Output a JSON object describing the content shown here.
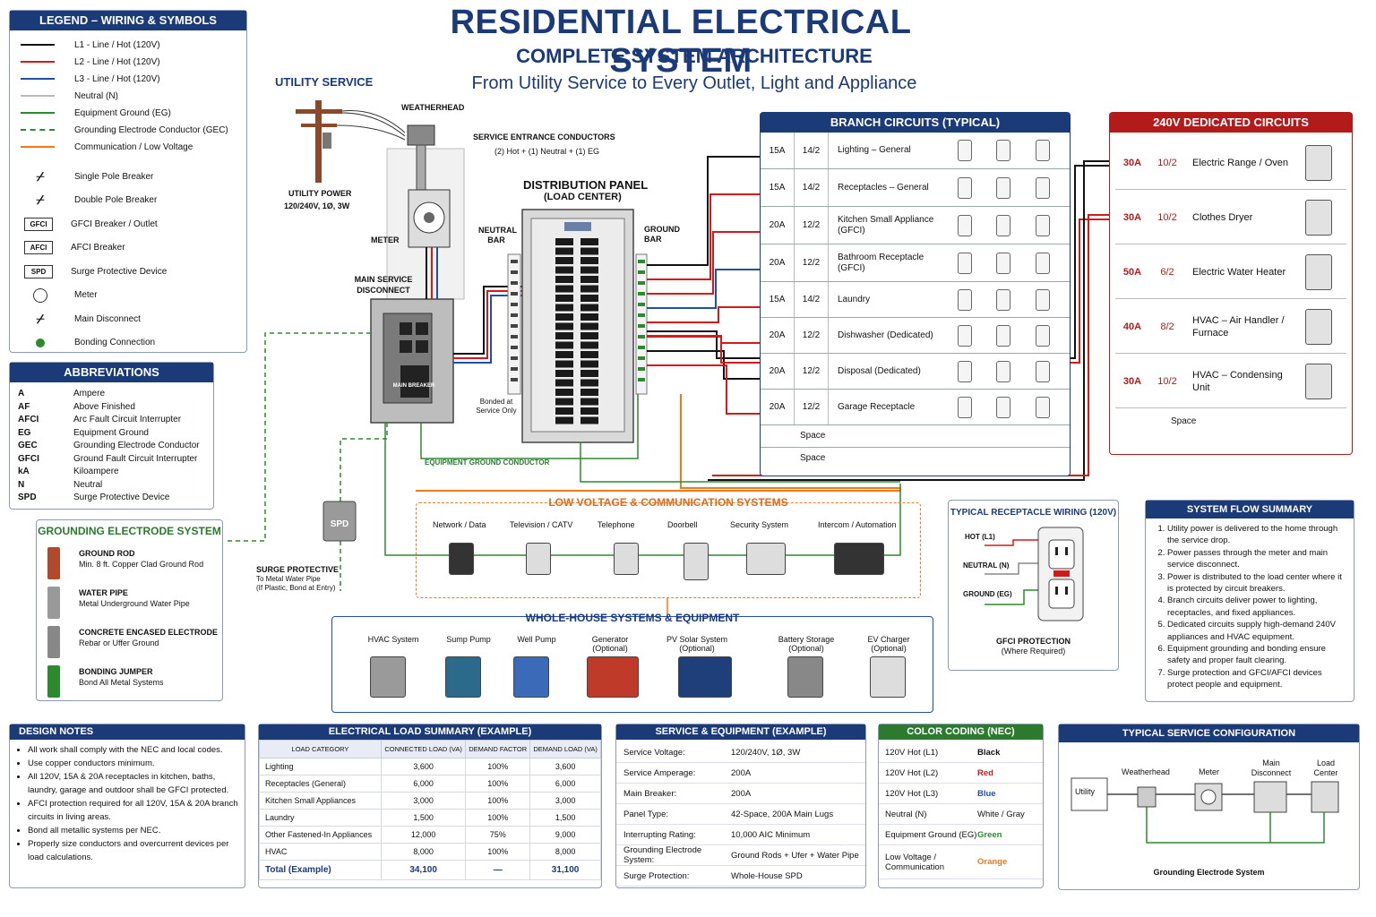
{
  "title": "RESIDENTIAL ELECTRICAL SYSTEM",
  "subtitle": "COMPLETE SYSTEM ARCHITECTURE",
  "tagline": "From Utility Service to Every Outlet, Light and Appliance",
  "legend": {
    "title": "LEGEND – WIRING & SYMBOLS",
    "wires": [
      {
        "label": "L1 - Line / Hot (120V)",
        "color": "#111111"
      },
      {
        "label": "L2 - Line / Hot (120V)",
        "color": "#d21a1a"
      },
      {
        "label": "L3 - Line / Hot (120V)",
        "color": "#1f4fa8"
      },
      {
        "label": "Neutral (N)",
        "color": "#bbbbbb"
      },
      {
        "label": "Equipment Ground (EG)",
        "color": "#2b8a2e"
      },
      {
        "label": "Grounding Electrode Conductor (GEC)",
        "color": "#2b8a2e"
      },
      {
        "label": "Communication / Low Voltage",
        "color": "#f07a1a"
      }
    ],
    "symbols": [
      {
        "label": "Single Pole Breaker",
        "icon": "single-pole-breaker-icon"
      },
      {
        "label": "Double Pole Breaker",
        "icon": "double-pole-breaker-icon"
      },
      {
        "label": "GFCI Breaker / Outlet",
        "tag": "GFCI"
      },
      {
        "label": "AFCI Breaker",
        "tag": "AFCI"
      },
      {
        "label": "Surge Protective Device",
        "tag": "SPD"
      },
      {
        "label": "Meter",
        "icon": "meter-icon"
      },
      {
        "label": "Main Disconnect",
        "icon": "main-disconnect-icon"
      },
      {
        "label": "Bonding Connection",
        "icon": "bonding-icon"
      }
    ]
  },
  "abbreviations": {
    "title": "ABBREVIATIONS",
    "items": [
      [
        "A",
        "Ampere"
      ],
      [
        "AF",
        "Above Finished"
      ],
      [
        "AFCI",
        "Arc Fault Circuit Interrupter"
      ],
      [
        "EG",
        "Equipment Ground"
      ],
      [
        "GEC",
        "Grounding Electrode Conductor"
      ],
      [
        "GFCI",
        "Ground Fault Circuit Interrupter"
      ],
      [
        "kA",
        "Kiloampere"
      ],
      [
        "N",
        "Neutral"
      ],
      [
        "SPD",
        "Surge Protective Device"
      ]
    ]
  },
  "grounding": {
    "title": "GROUNDING ELECTRODE SYSTEM",
    "items": [
      {
        "name": "GROUND ROD",
        "desc": "Min. 8 ft. Copper Clad Ground Rod"
      },
      {
        "name": "WATER PIPE",
        "desc": "Metal Underground Water Pipe"
      },
      {
        "name": "CONCRETE ENCASED ELECTRODE",
        "desc": "Rebar or Uffer Ground"
      },
      {
        "name": "BONDING JUMPER",
        "desc": "Bond All Metal Systems"
      }
    ]
  },
  "diagram": {
    "utility_service": "UTILITY SERVICE",
    "utility_power": "UTILITY POWER",
    "utility_power_spec": "120/240V, 1Ø, 3W",
    "weatherhead": "WEATHERHEAD",
    "meter": "METER",
    "main_disconnect": "MAIN SERVICE DISCONNECT",
    "sec_title": "SERVICE ENTRANCE CONDUCTORS",
    "sec_spec": "(2) Hot + (1) Neutral + (1) EG",
    "panel_title": "DISTRIBUTION PANEL",
    "panel_sub": "(LOAD CENTER)",
    "neutral_bar": "NEUTRAL BAR",
    "ground_bar": "GROUND BAR",
    "bonded": "Bonded at Service Only",
    "egc": "EQUIPMENT GROUND CONDUCTOR",
    "spd": "SPD",
    "surge1": "SURGE PROTECTIVE",
    "surge2": "To Metal Water Pipe",
    "surge3": "(If Plastic, Bond at Entry)",
    "main_breaker": "MAIN BREAKER"
  },
  "branch": {
    "title": "BRANCH CIRCUITS (TYPICAL)",
    "rows": [
      {
        "amp": "15A",
        "wire": "14/2",
        "name": "Lighting – General"
      },
      {
        "amp": "15A",
        "wire": "14/2",
        "name": "Receptacles – General"
      },
      {
        "amp": "20A",
        "wire": "12/2",
        "name": "Kitchen Small Appliance (GFCI)"
      },
      {
        "amp": "20A",
        "wire": "12/2",
        "name": "Bathroom Receptacle (GFCI)"
      },
      {
        "amp": "15A",
        "wire": "14/2",
        "name": "Laundry"
      },
      {
        "amp": "20A",
        "wire": "12/2",
        "name": "Dishwasher (Dedicated)"
      },
      {
        "amp": "20A",
        "wire": "12/2",
        "name": "Disposal (Dedicated)"
      },
      {
        "amp": "20A",
        "wire": "12/2",
        "name": "Garage Receptacle"
      }
    ],
    "spaces": [
      "Space",
      "Space"
    ]
  },
  "dedicated": {
    "title": "240V DEDICATED CIRCUITS",
    "rows": [
      {
        "amp": "30A",
        "wire": "10/2",
        "name": "Electric Range / Oven"
      },
      {
        "amp": "30A",
        "wire": "10/2",
        "name": "Clothes Dryer"
      },
      {
        "amp": "50A",
        "wire": "6/2",
        "name": "Electric Water Heater"
      },
      {
        "amp": "40A",
        "wire": "8/2",
        "name": "HVAC – Air Handler / Furnace"
      },
      {
        "amp": "30A",
        "wire": "10/2",
        "name": "HVAC – Condensing Unit"
      }
    ],
    "space": "Space"
  },
  "low_voltage": {
    "title": "LOW VOLTAGE & COMMUNICATION SYSTEMS",
    "items": [
      "Network / Data",
      "Television / CATV",
      "Telephone",
      "Doorbell",
      "Security System",
      "Intercom / Automation"
    ]
  },
  "whole_house": {
    "title": "WHOLE-HOUSE SYSTEMS & EQUIPMENT",
    "items": [
      "HVAC System",
      "Sump Pump",
      "Well Pump",
      "Generator (Optional)",
      "PV Solar System (Optional)",
      "Battery Storage (Optional)",
      "EV Charger (Optional)"
    ]
  },
  "receptacle": {
    "title": "TYPICAL RECEPTACLE WIRING (120V)",
    "hot": "HOT (L1)",
    "neutral": "NEUTRAL (N)",
    "ground": "GROUND (EG)",
    "gfci": "GFCI PROTECTION",
    "gfci_sub": "(Where Required)"
  },
  "flow": {
    "title": "SYSTEM FLOW SUMMARY",
    "items": [
      "Utility power is delivered to the home through the service drop.",
      "Power passes through the meter and main service disconnect.",
      "Power is distributed to the load center where it is protected by circuit breakers.",
      "Branch circuits deliver power to lighting, receptacles, and fixed appliances.",
      "Dedicated circuits supply high-demand 240V appliances and HVAC equipment.",
      "Equipment grounding and bonding ensure safety and proper fault clearing.",
      "Surge protection and GFCI/AFCI devices protect people and equipment."
    ]
  },
  "design_notes": {
    "title": "DESIGN NOTES",
    "items": [
      "All work shall comply with the NEC and local codes.",
      "Use copper conductors minimum.",
      "All 120V, 15A & 20A receptacles in kitchen, baths, laundry, garage and outdoor shall be GFCI protected.",
      "AFCI protection required for all 120V, 15A & 20A branch circuits in living areas.",
      "Bond all metallic systems per NEC.",
      "Properly size conductors and overcurrent devices per load calculations."
    ]
  },
  "load_summary": {
    "title": "ELECTRICAL LOAD SUMMARY (EXAMPLE)",
    "headers": [
      "LOAD CATEGORY",
      "CONNECTED LOAD (VA)",
      "DEMAND FACTOR",
      "DEMAND LOAD (VA)"
    ],
    "rows": [
      [
        "Lighting",
        "3,600",
        "100%",
        "3,600"
      ],
      [
        "Receptacles (General)",
        "6,000",
        "100%",
        "6,000"
      ],
      [
        "Kitchen Small Appliances",
        "3,000",
        "100%",
        "3,000"
      ],
      [
        "Laundry",
        "1,500",
        "100%",
        "1,500"
      ],
      [
        "Other Fastened-In Appliances",
        "12,000",
        "75%",
        "9,000"
      ],
      [
        "HVAC",
        "8,000",
        "100%",
        "8,000"
      ]
    ],
    "total": [
      "Total (Example)",
      "34,100",
      "—",
      "31,100"
    ]
  },
  "service_equipment": {
    "title": "SERVICE & EQUIPMENT (EXAMPLE)",
    "rows": [
      [
        "Service Voltage:",
        "120/240V, 1Ø, 3W"
      ],
      [
        "Service Amperage:",
        "200A"
      ],
      [
        "Main Breaker:",
        "200A"
      ],
      [
        "Panel Type:",
        "42-Space, 200A Main Lugs"
      ],
      [
        "Interrupting Rating:",
        "10,000 AIC Minimum"
      ],
      [
        "Grounding Electrode System:",
        "Ground Rods + Ufer + Water Pipe"
      ],
      [
        "Surge Protection:",
        "Whole-House SPD"
      ]
    ]
  },
  "color_coding": {
    "title": "COLOR CODING (NEC)",
    "rows": [
      {
        "k": "120V Hot (L1)",
        "v": "Black",
        "c": "#111111"
      },
      {
        "k": "120V Hot (L2)",
        "v": "Red",
        "c": "#d21a1a"
      },
      {
        "k": "120V Hot (L3)",
        "v": "Blue",
        "c": "#1f4fa8"
      },
      {
        "k": "Neutral (N)",
        "v": "White / Gray",
        "c": "#111111"
      },
      {
        "k": "Equipment Ground (EG)",
        "v": "Green",
        "c": "#2b8a2e"
      },
      {
        "k": "Low Voltage / Communication",
        "v": "Orange",
        "c": "#f07a1a"
      }
    ]
  },
  "service_config": {
    "title": "TYPICAL SERVICE CONFIGURATION",
    "utility": "Utility",
    "weatherhead": "Weatherhead",
    "meter": "Meter",
    "main_disconnect": "Main Disconnect",
    "load_center": "Load Center",
    "ges": "Grounding Electrode System"
  }
}
